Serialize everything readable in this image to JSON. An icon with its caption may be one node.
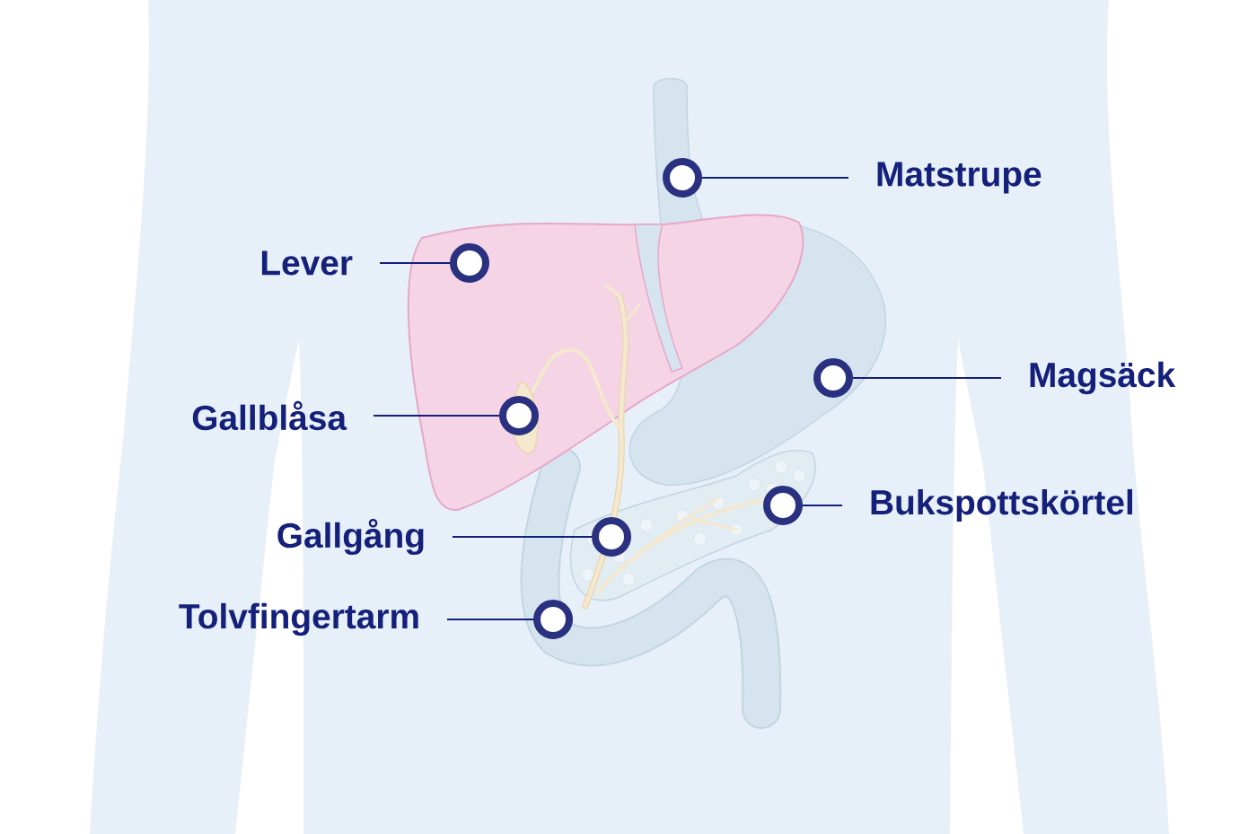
{
  "diagram": {
    "nodes": [
      {
        "text": [
          "Matstrupe"
        ]
      },
      {
        "text": [
          "Lever"
        ]
      },
      {
        "text": [
          "Magsäck"
        ]
      },
      {
        "text": [
          "Gallblåsa"
        ]
      },
      {
        "text": [
          "Bukspottskörtel"
        ]
      },
      {
        "text": [
          "Gallgång"
        ]
      },
      {
        "text": [
          "Tolvfingertarm"
        ]
      },
      {
        "text": [],
        "shape": "circle"
      },
      {
        "text": [],
        "shape": "circle"
      },
      {
        "text": [],
        "shape": "circle"
      },
      {
        "text": [],
        "shape": "circle"
      },
      {
        "text": [],
        "shape": "circle"
      },
      {
        "text": [],
        "shape": "circle"
      },
      {
        "text": [],
        "shape": "circle"
      }
    ],
    "edges": [
      {
        "from": 0,
        "to": 7,
        "arrow": "none"
      },
      {
        "from": 1,
        "to": 8,
        "arrow": "none"
      },
      {
        "from": 2,
        "to": 9,
        "arrow": "none"
      },
      {
        "from": 3,
        "to": 10,
        "arrow": "none"
      },
      {
        "from": 4,
        "to": 11,
        "arrow": "none"
      },
      {
        "from": 5,
        "to": 12,
        "arrow": "none"
      },
      {
        "from": 6,
        "to": 13,
        "arrow": "none"
      }
    ]
  }
}
